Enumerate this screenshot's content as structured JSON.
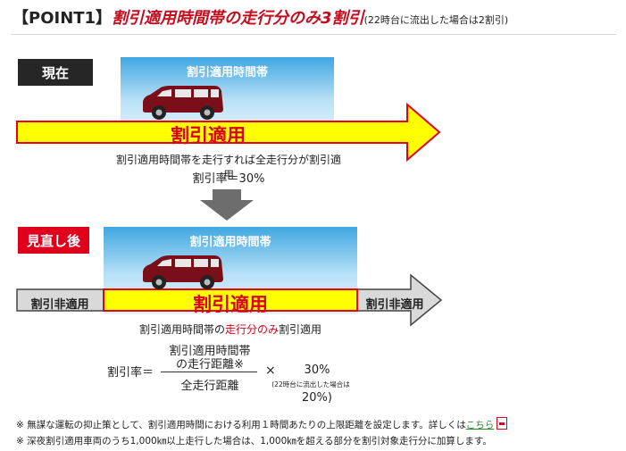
{
  "header": {
    "point_label": "【POINT1】",
    "headline": "割引適用時間帯の走行分のみ3割引",
    "note": "(22時台に流出した場合は2割引)"
  },
  "current": {
    "label": "現在",
    "panel_title": "割引適用時間帯",
    "arrow_text": "割引適用",
    "desc_line1": "割引適用時間帯を走行すれば全走行分が割引適用",
    "desc_line2": "割引率＝30%"
  },
  "after": {
    "label": "見直し後",
    "panel_title": "割引適用時間帯",
    "arrow_text": "割引適用",
    "left_text": "割引非適用",
    "right_text": "割引非適用",
    "desc_pre": "割引適用時間帯の",
    "desc_red": "走行分のみ",
    "desc_post": "割引適用"
  },
  "formula": {
    "label": "割引率＝",
    "numerator_line1": "割引適用時間帯",
    "numerator_line2": "の走行距離※",
    "denominator": "全走行距離",
    "times": "×",
    "pct1": "30%",
    "paren_note": "(22時台に流出した場合は",
    "pct2": "20%)"
  },
  "footnotes": {
    "line1_text": "※ 無謀な運転の抑止策として、割引適用時間における利用１時間あたりの上限距離を設定します。詳しくは",
    "line1_link": "こちら",
    "line2_text": "※ 深夜割引適用車両のうち1,000㎞以上走行した場合は、1,000㎞を超える部分を割引対象走行分に加算します。"
  },
  "colors": {
    "accent_red": "#d9001b",
    "arrow_yellow": "#ffff00",
    "arrow_border": "#e60012",
    "panel_blue": "#40a7e1",
    "grey_arrow": "#d9d9d9",
    "car": "#7a0f1a",
    "label_dark": "#262626",
    "link_green": "#2b8a2f"
  },
  "icons": {
    "pdf": "pdf-icon",
    "car": "car-icon",
    "down_arrow": "down-arrow-icon"
  }
}
